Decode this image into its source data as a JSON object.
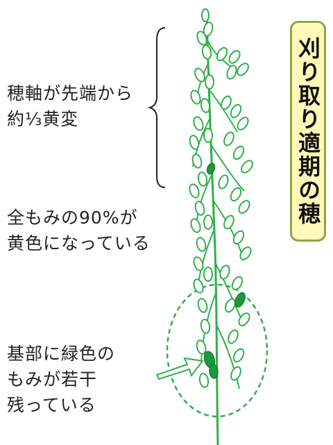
{
  "title": "刈り取り適期の穂",
  "labels": {
    "top": "穂軸が先端から\n約⅓黄変",
    "middle": "全もみの90%が\n黄色になっている",
    "bottom": "基部に緑色の\nもみが若干\n残っている"
  },
  "colors": {
    "plant_green": "#2eb04a",
    "dark_green": "#1a7a2e",
    "title_bg": "#fff8b8",
    "title_border": "#8aa646",
    "text": "#222222"
  }
}
